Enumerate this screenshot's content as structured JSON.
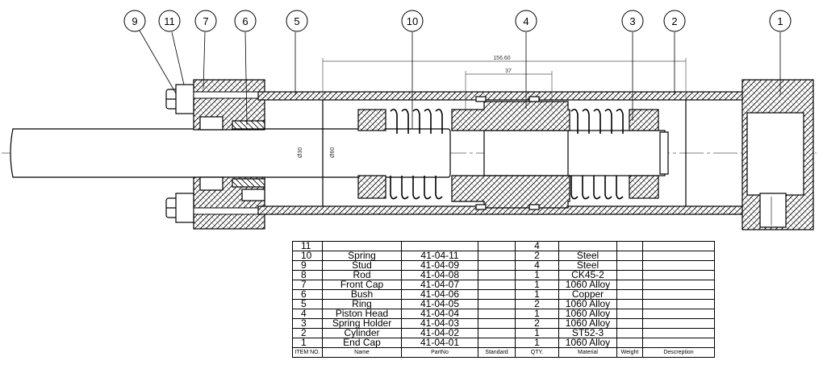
{
  "balloons": [
    "9",
    "11",
    "7",
    "6",
    "5",
    "10",
    "4",
    "3",
    "2",
    "1"
  ],
  "dimensions": {
    "overall": "156.60",
    "piston": "37",
    "dia_rod": "Ø30",
    "dia_bore": "Ø60"
  },
  "bom": {
    "headers": [
      "ITEM NO.",
      "Name",
      "PartNo",
      "Standard",
      "QTY.",
      "Material",
      "Weight",
      "Descreption"
    ],
    "rows": [
      [
        "11",
        "",
        "",
        "",
        "4",
        "",
        "",
        ""
      ],
      [
        "10",
        "Spring",
        "41-04-11",
        "",
        "2",
        "Steel",
        "",
        ""
      ],
      [
        "9",
        "Stud",
        "41-04-09",
        "",
        "4",
        "Steel",
        "",
        ""
      ],
      [
        "8",
        "Rod",
        "41-04-08",
        "",
        "1",
        "CK45-2",
        "",
        ""
      ],
      [
        "7",
        "Front Cap",
        "41-04-07",
        "",
        "1",
        "1060 Alloy",
        "",
        ""
      ],
      [
        "6",
        "Bush",
        "41-04-06",
        "",
        "1",
        "Copper",
        "",
        ""
      ],
      [
        "5",
        "Ring",
        "41-04-05",
        "",
        "2",
        "1060 Alloy",
        "",
        ""
      ],
      [
        "4",
        "Piston Head",
        "41-04-04",
        "",
        "1",
        "1060 Alloy",
        "",
        ""
      ],
      [
        "3",
        "Spring Holder",
        "41-04-03",
        "",
        "2",
        "1060 Alloy",
        "",
        ""
      ],
      [
        "2",
        "Cylinder",
        "41-04-02",
        "",
        "1",
        "ST52-3",
        "",
        ""
      ],
      [
        "1",
        "End Cap",
        "41-04-01",
        "",
        "1",
        "1060 Alloy",
        "",
        ""
      ]
    ]
  }
}
